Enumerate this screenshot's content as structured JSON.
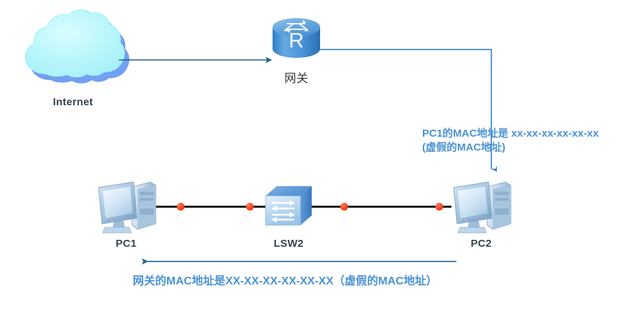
{
  "diagram": {
    "title": "ARP spoofing network topology",
    "nodes": {
      "internet": {
        "label": "Internet",
        "icon": "cloud-icon"
      },
      "gateway": {
        "label": "网关",
        "icon": "router-icon",
        "badge": "R"
      },
      "switch": {
        "label": "LSW2",
        "icon": "switch-icon"
      },
      "pc1": {
        "label": "PC1",
        "icon": "desktop-computer-icon"
      },
      "pc2": {
        "label": "PC2",
        "icon": "desktop-computer-icon"
      }
    },
    "annotations": {
      "pc1_mac_spoof": {
        "line1": "PC1的MAC地址是 xx-xx-xx-xx-xx-xx",
        "line2": "(虚假的MAC地址)"
      },
      "gateway_mac_spoof": {
        "line1": "网关的MAC地址是XX-XX-XX-XX-XX-XX（虚假的MAC地址）"
      }
    },
    "colors": {
      "annotation_text": "#4a93d4",
      "device_label": "#36424f",
      "arrow_line": "#1f6089",
      "ethernet_link": "#1a1a1a",
      "link_dot": "#f8401a",
      "cloud_fill": "#b8f5fa",
      "cloud_shadow": "#5f93ee",
      "router_body": "#4e95d9",
      "switch_body": "#bcd9f2",
      "pc_body": "#b9cfe4"
    }
  }
}
